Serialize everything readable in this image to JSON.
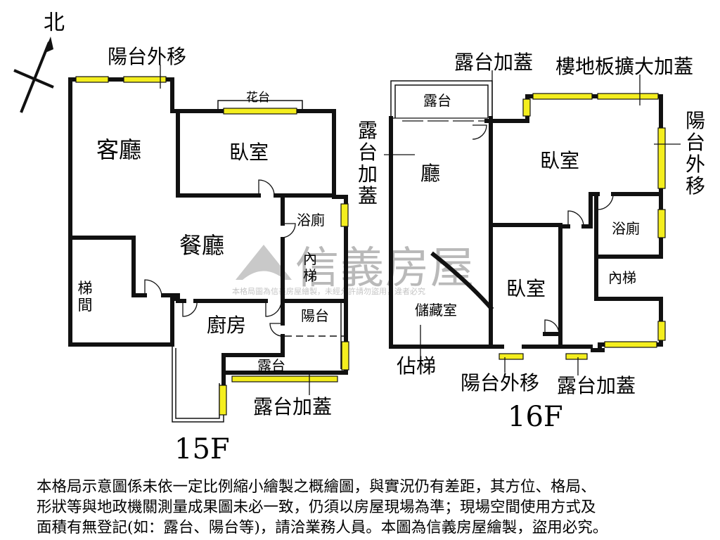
{
  "compass": {
    "label": "北"
  },
  "floor15": {
    "floor_label": "15F",
    "rooms": {
      "living": "客廳",
      "bedroom": "臥室",
      "dining": "餐廳",
      "stair_hall": "梯間",
      "bath": "浴廁",
      "inner_stair": "內梯",
      "kitchen": "廚房",
      "balcony": "陽台",
      "terrace": "露台",
      "planter": "花台"
    },
    "notes": {
      "balcony_moved": "陽台外移",
      "terrace_roofed": "露台加蓋"
    }
  },
  "floor16": {
    "floor_label": "16F",
    "rooms": {
      "terrace": "露台",
      "hall": "廳",
      "bedroom_main": "臥室",
      "bath": "浴廁",
      "bedroom_small": "臥室",
      "inner_stair": "內梯",
      "storage": "儲藏室"
    },
    "notes": {
      "terrace_roofed_top": "露台加蓋",
      "floor_extended": "樓地板擴大加蓋",
      "terrace_roofed_left": "露台加蓋",
      "balcony_moved_right": "陽台外移",
      "stair_occupied": "佔梯",
      "balcony_moved_bottom": "陽台外移",
      "terrace_roofed_bottom": "露台加蓋"
    }
  },
  "watermark": {
    "brand": "信義房屋",
    "line": "本格局圖為信義房屋繪製，未經允許請勿盜用，違者必究"
  },
  "disclaimer": {
    "line1": "本格局示意圖係未依一定比例縮小繪製之概繪圖，與實況仍有差距，其方位、格局、",
    "line2": "形狀等與地政機關測量成果圖未必一致，仍須以房屋現場為準；現場空間使用方式及",
    "line3": "面積有無登記(如：露台、陽台等)，請洽業務人員。本圖為信義房屋繪製，盜用必究。"
  },
  "colors": {
    "wall": "#111111",
    "window_fill": "#f4ee1e",
    "watermark": "#b9b9b9"
  }
}
